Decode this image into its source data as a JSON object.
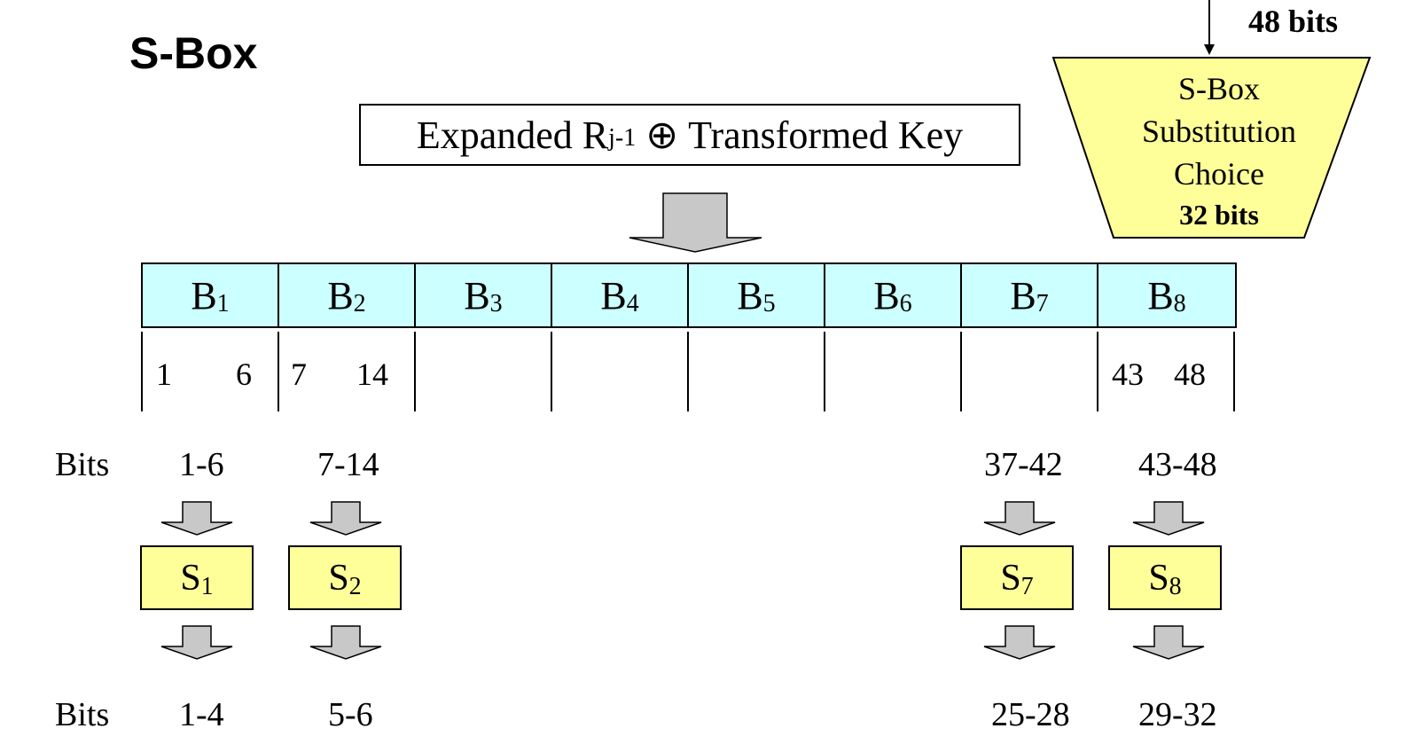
{
  "title": "S-Box",
  "header": {
    "prefix": "Expanded R",
    "sub": "j-1",
    "symbol": "⊕",
    "suffix": "Transformed Key"
  },
  "blocks": [
    {
      "letter": "B",
      "sub": "1"
    },
    {
      "letter": "B",
      "sub": "2"
    },
    {
      "letter": "B",
      "sub": "3"
    },
    {
      "letter": "B",
      "sub": "4"
    },
    {
      "letter": "B",
      "sub": "5"
    },
    {
      "letter": "B",
      "sub": "6"
    },
    {
      "letter": "B",
      "sub": "7"
    },
    {
      "letter": "B",
      "sub": "8"
    }
  ],
  "bit_positions": {
    "b1_start": "1",
    "b1_end": "6",
    "b2_start": "7",
    "b2_end": "14",
    "b8_start": "43",
    "b8_end": "48"
  },
  "input_bits": {
    "label": "Bits",
    "ranges": [
      "1-6",
      "7-14",
      "37-42",
      "43-48"
    ]
  },
  "sboxes": [
    {
      "letter": "S",
      "sub": "1"
    },
    {
      "letter": "S",
      "sub": "2"
    },
    {
      "letter": "S",
      "sub": "7"
    },
    {
      "letter": "S",
      "sub": "8"
    }
  ],
  "output_bits": {
    "label": "Bits",
    "ranges": [
      "1-4",
      "5-6",
      "25-28",
      "29-32"
    ]
  },
  "substitution": {
    "input_label": "48 bits",
    "line1": "S-Box",
    "line2": "Substitution",
    "line3": "Choice",
    "output_label": "32 bits"
  },
  "colors": {
    "block_fill": "#ccffff",
    "sbox_fill": "#ffff99",
    "arrow_fill": "#c8c8c8"
  }
}
